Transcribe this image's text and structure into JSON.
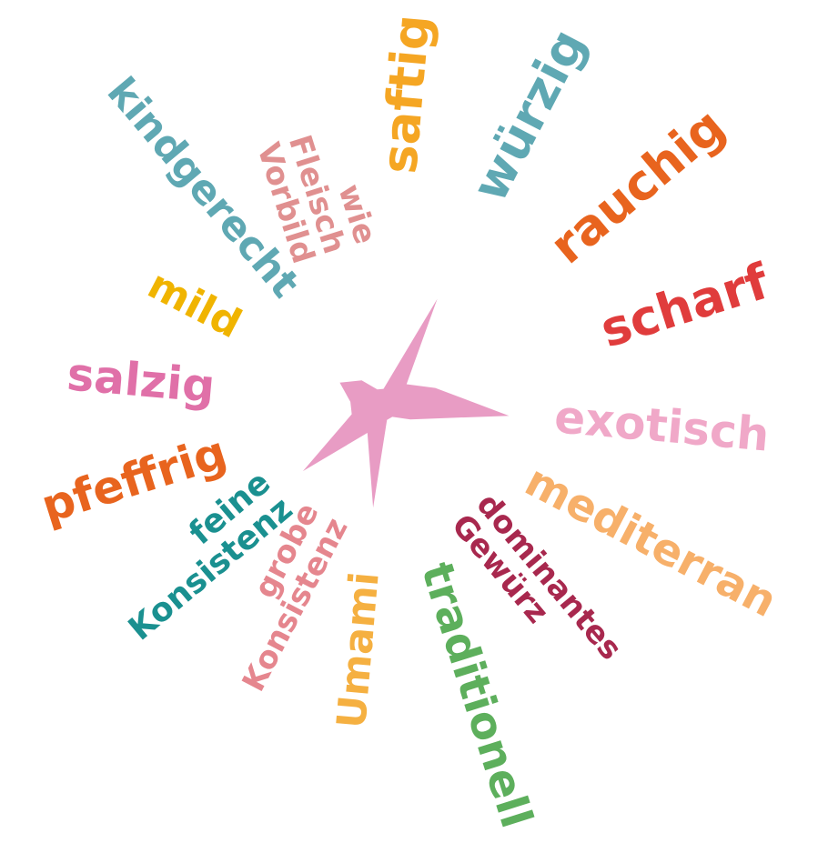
{
  "chart_data": {
    "type": "radar",
    "categories": [
      "saftig",
      "würzig",
      "rauchig",
      "scharf",
      "exotisch",
      "mediterran",
      "dominantes Gewürz",
      "traditionell",
      "Umami",
      "grobe Konsistenz",
      "feine Konsistenz",
      "pfeffrig",
      "salzig",
      "mild",
      "kindgerecht",
      "wie Fleisch Vorbild"
    ],
    "values": [
      0.1,
      0.75,
      0.2,
      0.35,
      0.8,
      0.2,
      0.1,
      0.1,
      0.65,
      0.2,
      0.65,
      0.2,
      0.2,
      0.3,
      0.2,
      0.1
    ],
    "label_colors": [
      "#F5A623",
      "#5FA8B3",
      "#E8641E",
      "#E03C3C",
      "#F0A8C8",
      "#F7B06A",
      "#A8284E",
      "#5DAF5C",
      "#F5B041",
      "#E5868E",
      "#1A9090",
      "#E8641E",
      "#E070A8",
      "#F0B400",
      "#5FA8B3",
      "#E09090"
    ],
    "fill_color": "#E89CC4",
    "grid": false
  }
}
